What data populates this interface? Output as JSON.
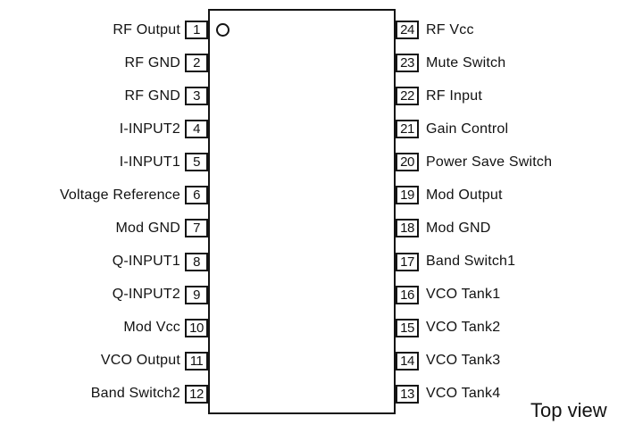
{
  "diagram": {
    "caption": "Top view",
    "colors": {
      "line": "#141414",
      "background": "#ffffff"
    },
    "icons": {
      "pin1_indicator": "pin1-index-circle-icon"
    },
    "pins": {
      "left": [
        {
          "number": "1",
          "label": "RF Output"
        },
        {
          "number": "2",
          "label": "RF GND"
        },
        {
          "number": "3",
          "label": "RF GND"
        },
        {
          "number": "4",
          "label": "I-INPUT2"
        },
        {
          "number": "5",
          "label": "I-INPUT1"
        },
        {
          "number": "6",
          "label": "Voltage Reference"
        },
        {
          "number": "7",
          "label": "Mod GND"
        },
        {
          "number": "8",
          "label": "Q-INPUT1"
        },
        {
          "number": "9",
          "label": "Q-INPUT2"
        },
        {
          "number": "10",
          "label": "Mod Vcc"
        },
        {
          "number": "11",
          "label": "VCO Output"
        },
        {
          "number": "12",
          "label": "Band Switch2"
        }
      ],
      "right": [
        {
          "number": "24",
          "label": "RF Vcc"
        },
        {
          "number": "23",
          "label": "Mute Switch"
        },
        {
          "number": "22",
          "label": "RF Input"
        },
        {
          "number": "21",
          "label": "Gain Control"
        },
        {
          "number": "20",
          "label": "Power Save Switch"
        },
        {
          "number": "19",
          "label": "Mod Output"
        },
        {
          "number": "18",
          "label": "Mod GND"
        },
        {
          "number": "17",
          "label": "Band Switch1"
        },
        {
          "number": "16",
          "label": "VCO Tank1"
        },
        {
          "number": "15",
          "label": "VCO Tank2"
        },
        {
          "number": "14",
          "label": "VCO Tank3"
        },
        {
          "number": "13",
          "label": "VCO Tank4"
        }
      ]
    }
  }
}
